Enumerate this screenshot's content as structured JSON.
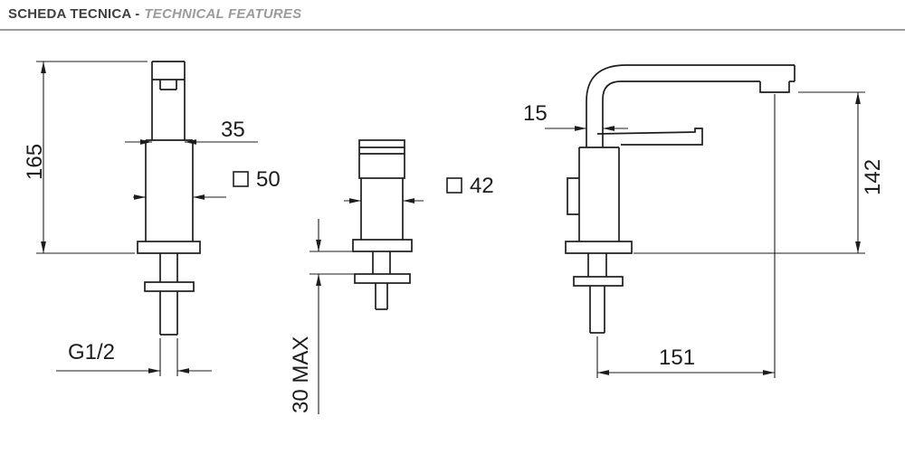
{
  "header": {
    "title_primary": "SCHEDA TECNICA -",
    "title_secondary": "TECHNICAL FEATURES"
  },
  "dimensions": {
    "front_height": "165",
    "front_top_width": "35",
    "front_body_square": "50",
    "front_thread": "G1/2",
    "side_body_square": "42",
    "side_max_thickness": "30 MAX",
    "profile_spout_depth": "15",
    "profile_height": "142",
    "profile_reach": "151"
  },
  "colors": {
    "line": "#1d1d1b",
    "header_primary": "#3f3f3f",
    "header_secondary": "#9b9b9b",
    "divider": "#9b9b9b"
  }
}
